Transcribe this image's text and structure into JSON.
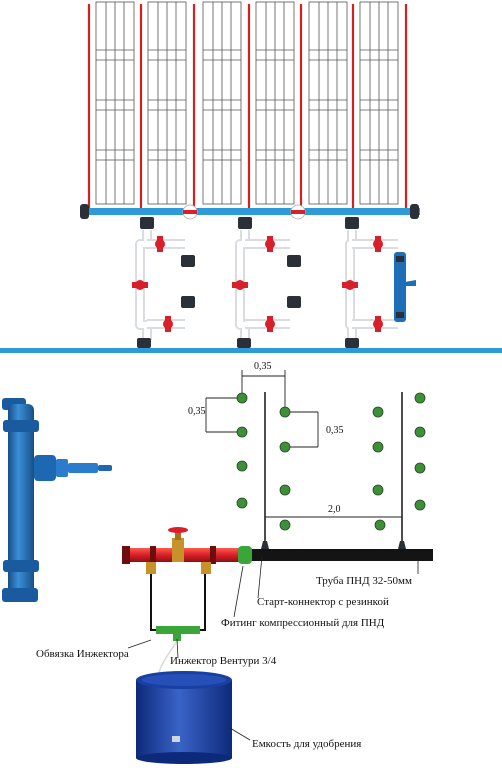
{
  "dimensions": {
    "row_spacing": "0,35",
    "plant_spacing": "0,35",
    "plant_spacing_2": "0,35",
    "bed_spacing": "2,0"
  },
  "labels": {
    "hdpe_pipe": "Труба ПНД 32-50мм",
    "start_connector": "Старт-коннектор с резинкой",
    "compression_fitting": "Фитинг компрессионный для ПНД",
    "injector_bypass": "Обвязка Инжектора",
    "venturi_injector": "Инжектор Вентури 3/4",
    "fertilizer_tank": "Емкость для удобрения"
  },
  "colors": {
    "drip_line": "#d42020",
    "mainline_blue": "#2f9ad8",
    "injector_blue": "#1f6fb8",
    "valve_red": "#d8202a",
    "fitting_green": "#3aa63a",
    "plant_green": "#3f8f3a",
    "tank_blue": "#1c3fa0"
  }
}
